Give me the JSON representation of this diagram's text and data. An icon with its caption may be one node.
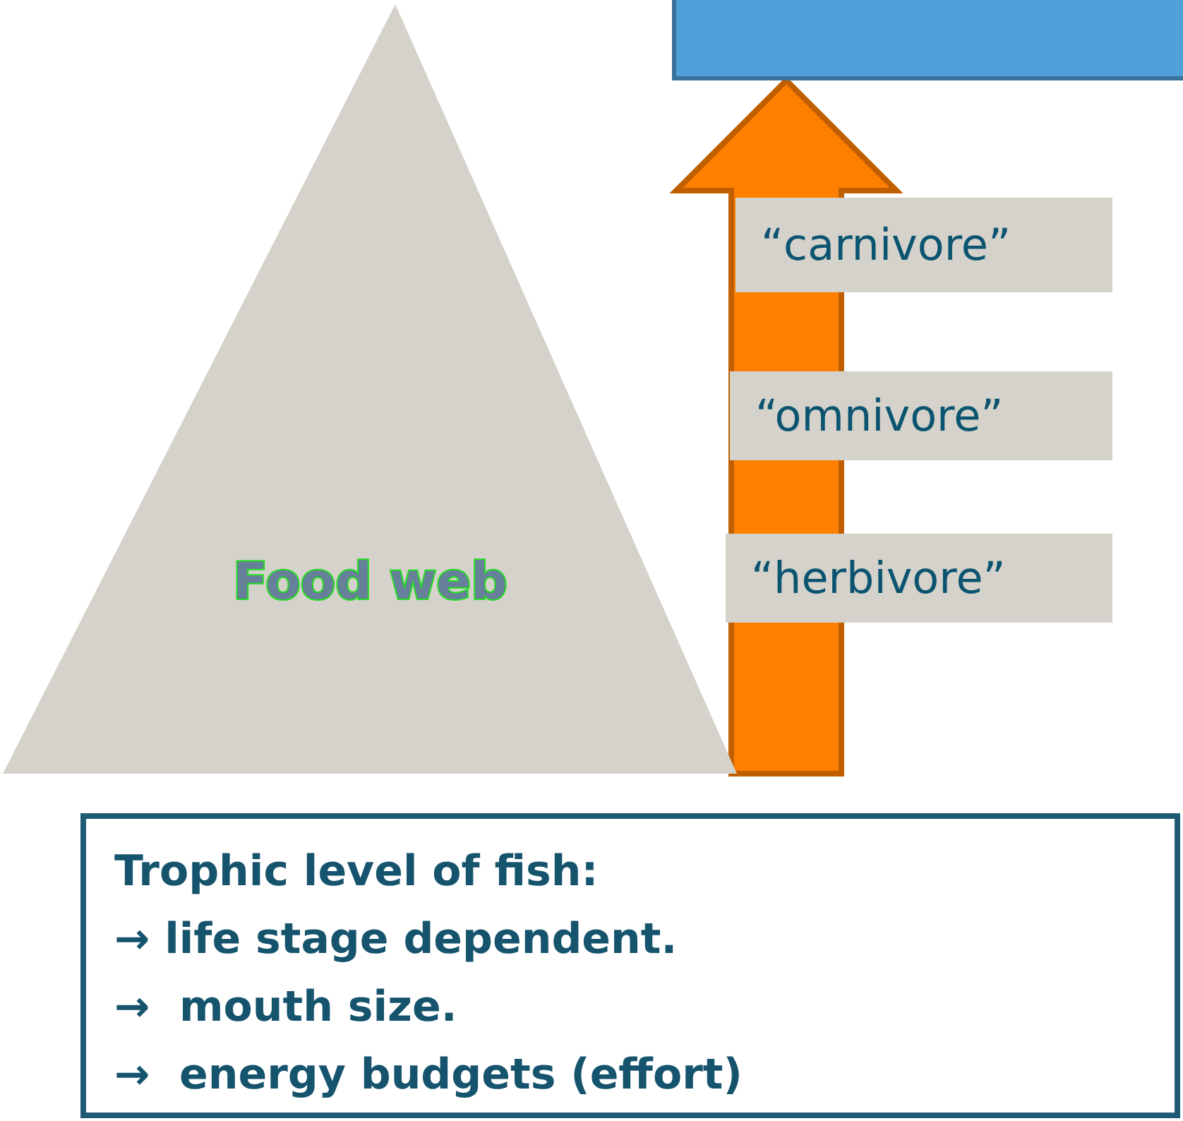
{
  "diagram": {
    "nodes": [
      {
        "text": [
          "Food web"
        ]
      },
      {
        "text": [],
        "shape": "box"
      },
      {
        "text": [
          "“carnivore”"
        ]
      },
      {
        "text": [
          "“omnivore”"
        ]
      },
      {
        "text": [
          "“herbivore”"
        ]
      },
      {
        "text": [
          "Trophic level of fish:",
          "→ life stage dependent.",
          "→  mouth size.",
          "→  energy budgets (effort)"
        ]
      }
    ],
    "edges": [
      {
        "from": null,
        "to": 1,
        "arrow": "to",
        "style": "thick",
        "color": "#ff7f00"
      }
    ]
  }
}
